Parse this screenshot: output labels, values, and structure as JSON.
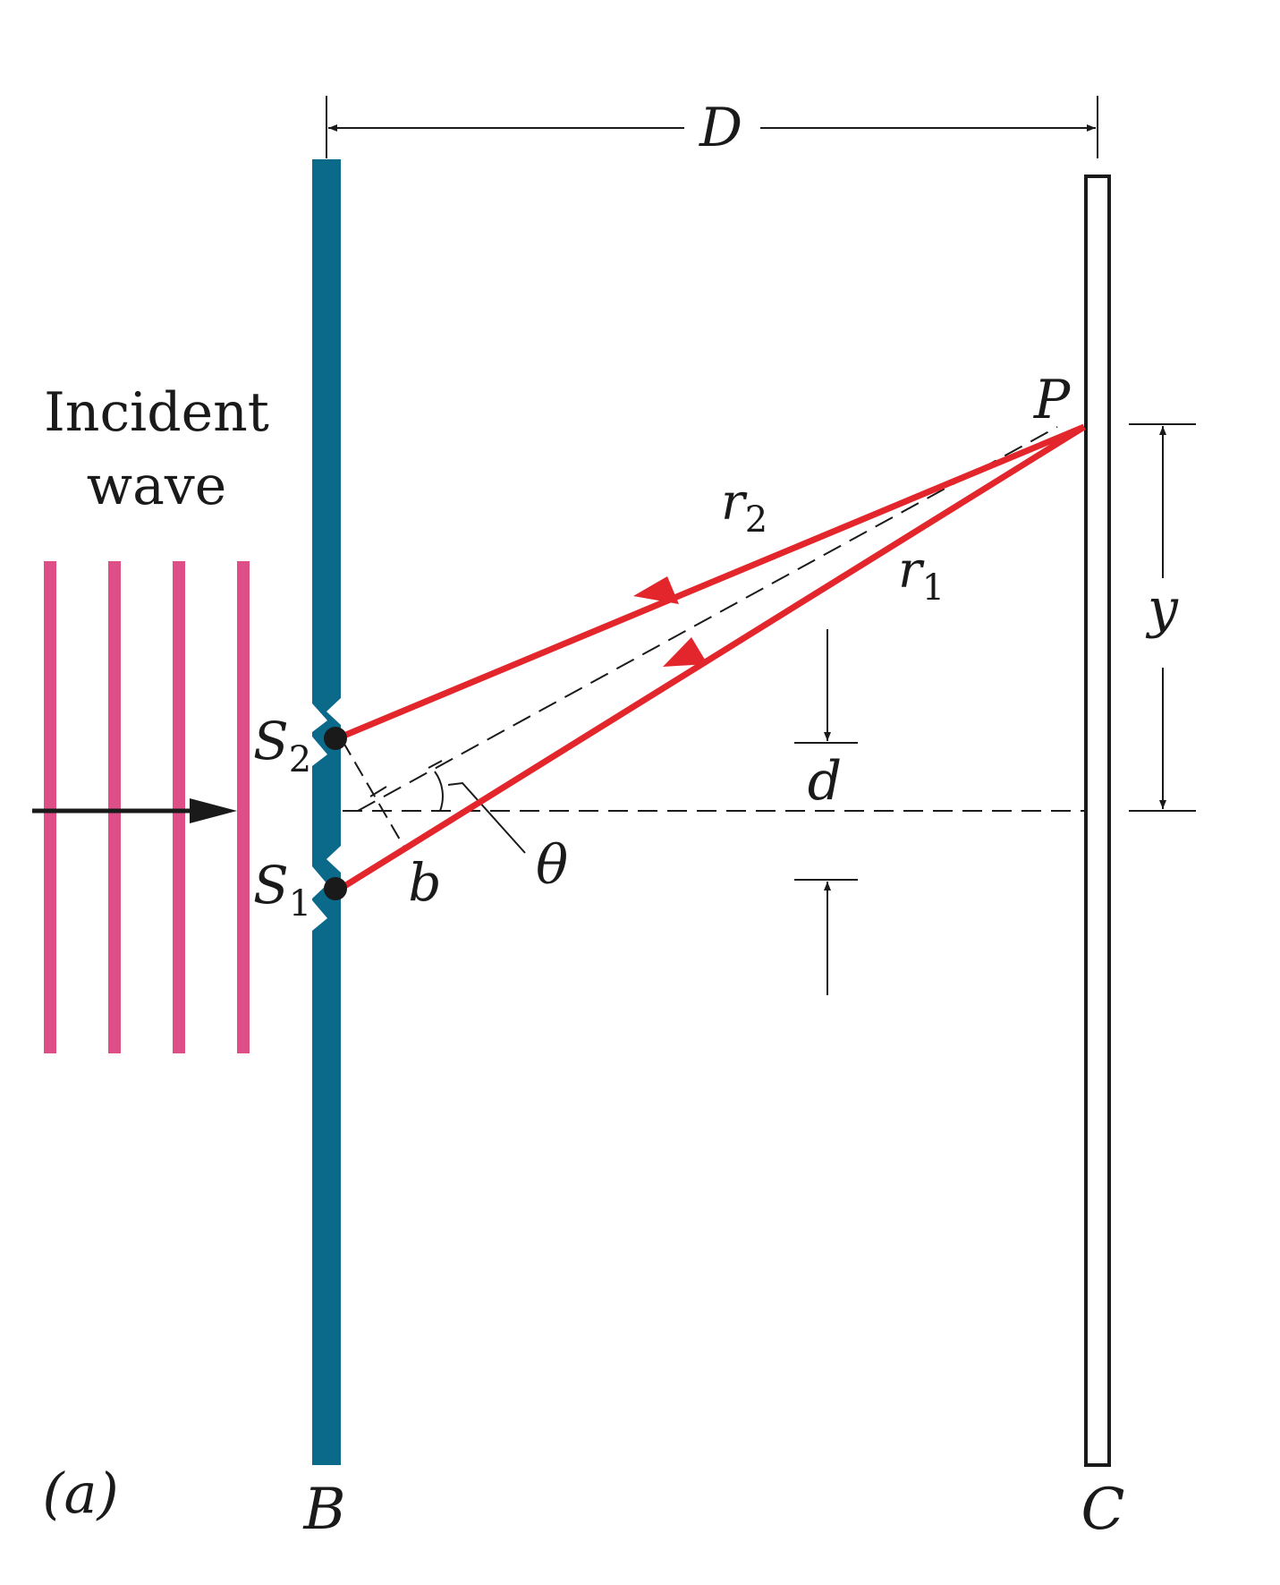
{
  "labels": {
    "incident_line1": "Incident",
    "incident_line2": "wave",
    "D": "D",
    "P": "P",
    "r2": "r",
    "r2_sub": "2",
    "r1": "r",
    "r1_sub": "1",
    "y": "y",
    "d": "d",
    "S2": "S",
    "S2_sub": "2",
    "S1": "S",
    "S1_sub": "1",
    "b": "b",
    "theta": "θ",
    "B": "B",
    "C": "C",
    "panel": "(a)"
  },
  "colors": {
    "barrier": "#0b6a8a",
    "wavefront": "#de4f88",
    "ray": "#e3262b",
    "ink": "#1a1a1a"
  }
}
